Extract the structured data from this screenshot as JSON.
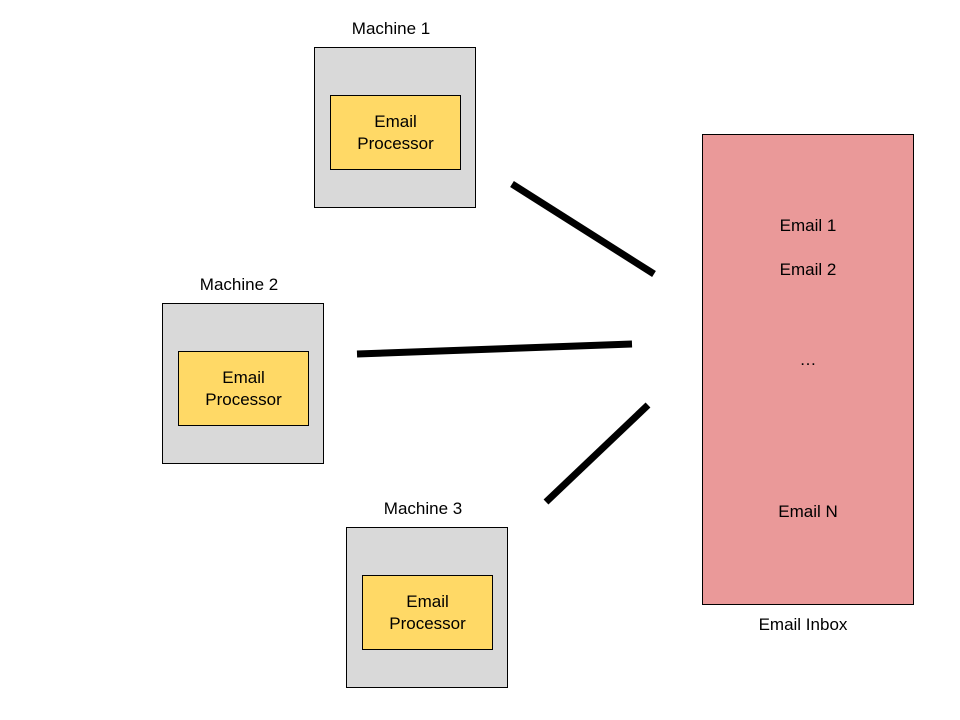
{
  "machines": [
    {
      "label": "Machine 1",
      "processor": "Email Processor"
    },
    {
      "label": "Machine 2",
      "processor": "Email Processor"
    },
    {
      "label": "Machine 3",
      "processor": "Email Processor"
    }
  ],
  "inbox": {
    "label": "Email Inbox",
    "items": [
      "Email 1",
      "Email 2",
      "…",
      "Email N"
    ]
  },
  "colors": {
    "machine_fill": "#d9d9d9",
    "processor_fill": "#ffd966",
    "inbox_fill": "#ea9999",
    "connector": "#000000"
  }
}
